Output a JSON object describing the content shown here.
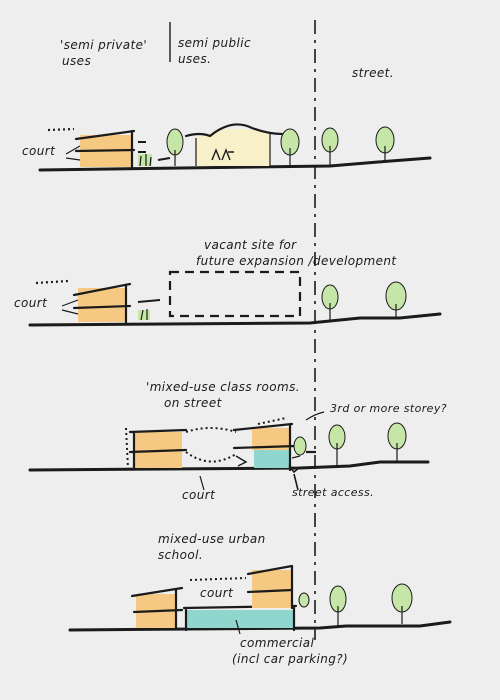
{
  "colors": {
    "background": "#eeeeee",
    "ink": "#1b1b1b",
    "building_orange": "#f6c983",
    "commercial_teal": "#8fd6cf",
    "cream": "#f7f0c8",
    "tree_green": "#c5e6a6"
  },
  "scenes": [
    {
      "labels": {
        "semi_private_line1": "'semi private'",
        "semi_private_line2": "uses",
        "semi_public_line1": "semi public",
        "semi_public_line2": "uses.",
        "street": "street.",
        "court": "court"
      }
    },
    {
      "labels": {
        "vacant_line1": "vacant site for",
        "vacant_line2": "future expansion /development",
        "court": "court"
      }
    },
    {
      "labels": {
        "mixed_line1": "'mixed-use class rooms.",
        "mixed_line2": "on street",
        "storeys": "3rd or more storey?",
        "court": "court",
        "street_access": "street access."
      }
    },
    {
      "labels": {
        "urban_line1": "mixed-use urban",
        "urban_line2": "school.",
        "court": "court",
        "commercial_line1": "commercial",
        "commercial_line2": "(incl car parking?)"
      }
    }
  ]
}
